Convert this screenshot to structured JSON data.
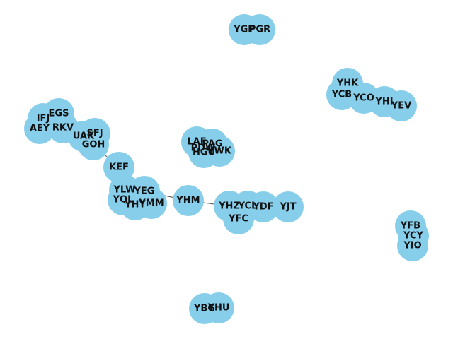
{
  "graph": {
    "node_color": "#87ceeb",
    "edge_color": "#555555",
    "label_color": "#111111",
    "nodes": [
      {
        "id": "YGP"
      },
      {
        "id": "PGR"
      },
      {
        "id": "YHK"
      },
      {
        "id": "YCB"
      },
      {
        "id": "YCO"
      },
      {
        "id": "YHI"
      },
      {
        "id": "YEV"
      },
      {
        "id": "EGS"
      },
      {
        "id": "IFJ"
      },
      {
        "id": "AEY"
      },
      {
        "id": "RKV"
      },
      {
        "id": "SFJ"
      },
      {
        "id": "UAK"
      },
      {
        "id": "GOH"
      },
      {
        "id": "LAF"
      },
      {
        "id": "PAG"
      },
      {
        "id": "PDW"
      },
      {
        "id": "HGU"
      },
      {
        "id": "YWK"
      },
      {
        "id": "KEF"
      },
      {
        "id": "YLW"
      },
      {
        "id": "YEG"
      },
      {
        "id": "YQL"
      },
      {
        "id": "YHY"
      },
      {
        "id": "YMM"
      },
      {
        "id": "YHM"
      },
      {
        "id": "YHZ"
      },
      {
        "id": "YCL"
      },
      {
        "id": "YDF"
      },
      {
        "id": "YJT"
      },
      {
        "id": "YFC"
      },
      {
        "id": "YFB"
      },
      {
        "id": "YCY"
      },
      {
        "id": "YIO"
      },
      {
        "id": "YBG"
      },
      {
        "id": "YHU"
      }
    ],
    "edges": [
      [
        "YGP",
        "PGR"
      ],
      [
        "YHK",
        "YCO"
      ],
      [
        "YCB",
        "YCO"
      ],
      [
        "YCO",
        "YHI"
      ],
      [
        "YHI",
        "YEV"
      ],
      [
        "EGS",
        "IFJ"
      ],
      [
        "IFJ",
        "AEY"
      ],
      [
        "AEY",
        "RKV"
      ],
      [
        "EGS",
        "RKV"
      ],
      [
        "RKV",
        "UAK"
      ],
      [
        "UAK",
        "SFJ"
      ],
      [
        "UAK",
        "GOH"
      ],
      [
        "SFJ",
        "GOH"
      ],
      [
        "GOH",
        "KEF"
      ],
      [
        "LAF",
        "PAG"
      ],
      [
        "PDW",
        "HGU"
      ],
      [
        "PAG",
        "YWK"
      ],
      [
        "HGU",
        "YWK"
      ],
      [
        "KEF",
        "YLW"
      ],
      [
        "YLW",
        "YEG"
      ],
      [
        "YLW",
        "YQL"
      ],
      [
        "YEG",
        "YHY"
      ],
      [
        "YEG",
        "YMM"
      ],
      [
        "YQL",
        "YHY"
      ],
      [
        "YHY",
        "YMM"
      ],
      [
        "YEG",
        "YHM"
      ],
      [
        "YHM",
        "YHZ"
      ],
      [
        "YHZ",
        "YCL"
      ],
      [
        "YCL",
        "YDF"
      ],
      [
        "YDF",
        "YJT"
      ],
      [
        "YHZ",
        "YFC"
      ],
      [
        "YCL",
        "YFC"
      ],
      [
        "YFB",
        "YCY"
      ],
      [
        "YCY",
        "YIO"
      ],
      [
        "YBG",
        "YHU"
      ]
    ]
  }
}
